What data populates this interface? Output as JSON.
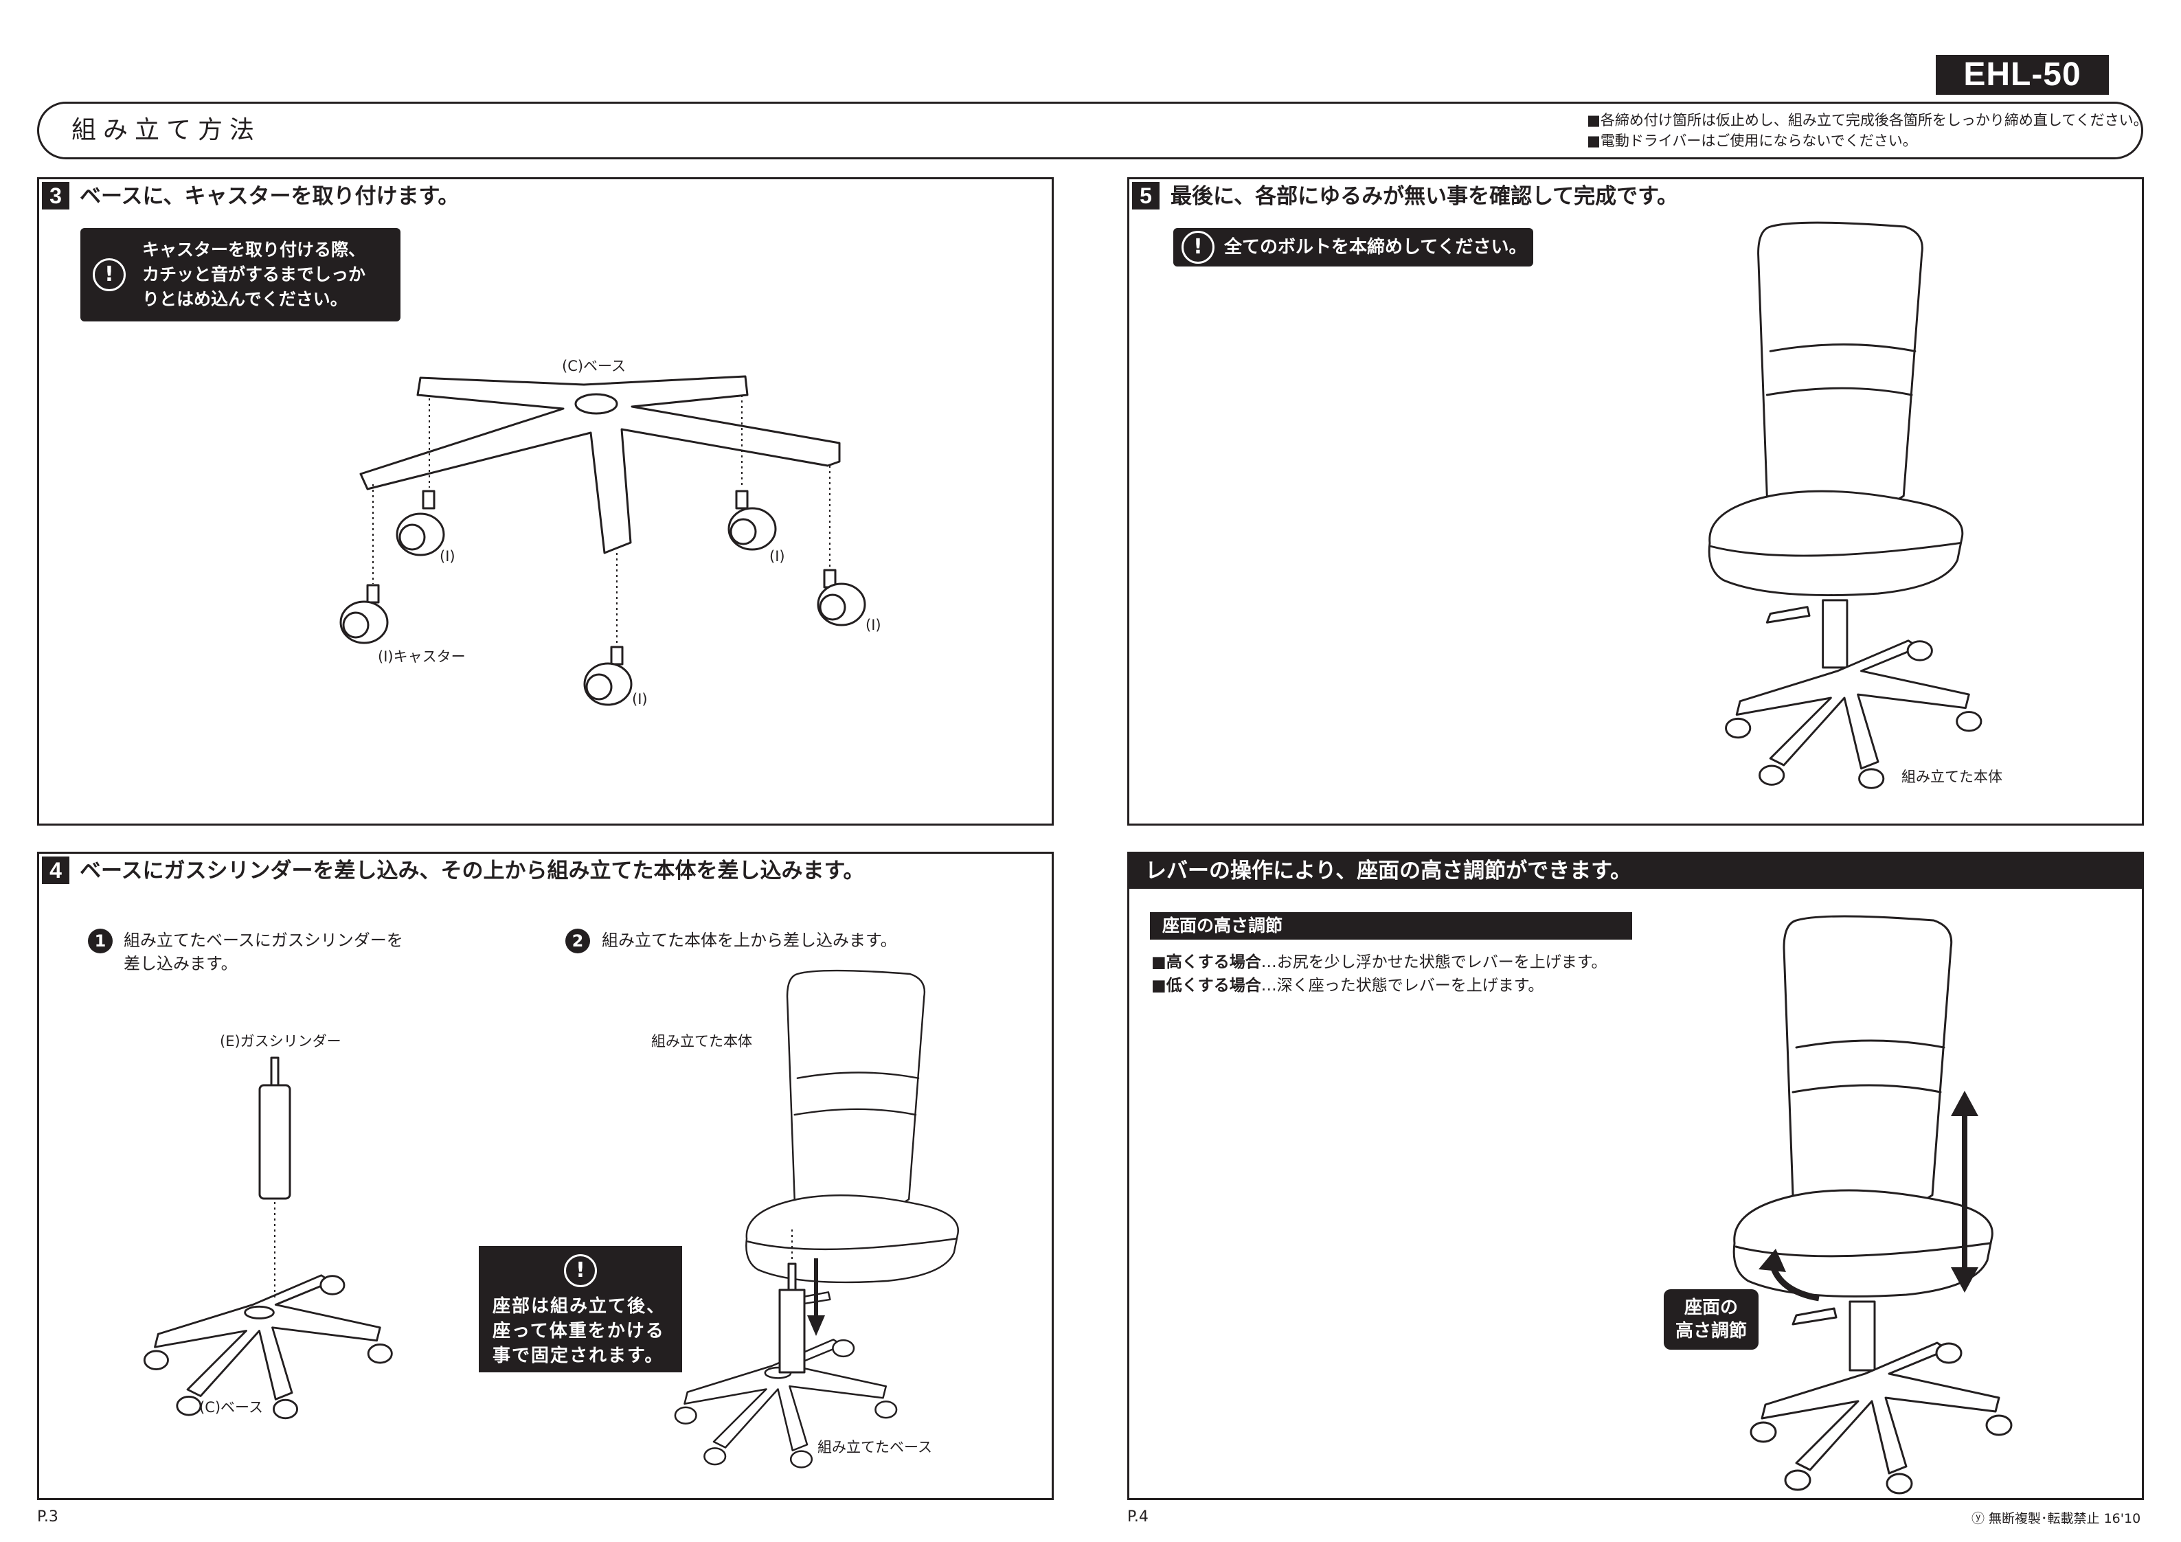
{
  "header": {
    "model": "EHL-50",
    "title": "組み立て方法",
    "notes": [
      "■各締め付け箇所は仮止めし、組み立て完成後各箇所をしっかり締め直してください。",
      "■電動ドライバーはご使用にならないでください。"
    ]
  },
  "step3": {
    "number": "3",
    "title": "ベースに、キャスターを取り付けます。",
    "warning": [
      "キャスターを取り付ける際、",
      "カチッと音がするまでしっか",
      "りとはめ込んでください。"
    ],
    "labels": {
      "base": "(C)ベース",
      "caster": "(I)キャスター",
      "caster_short": "(I)"
    }
  },
  "step4": {
    "number": "4",
    "title": "ベースにガスシリンダーを差し込み、その上から組み立てた本体を差し込みます。",
    "sub1": {
      "num": "1",
      "line1": "組み立てたベースにガスシリンダーを",
      "line2": "差し込みます。"
    },
    "sub2": {
      "num": "2",
      "text": "組み立てた本体を上から差し込みます。"
    },
    "labels": {
      "cylinder": "(E)ガスシリンダー",
      "base": "(C)ベース",
      "body": "組み立てた本体",
      "assembled_base": "組み立てたベース"
    },
    "warning": [
      "座部は組み立て後、",
      "座って体重をかける",
      "事で固定されます。"
    ]
  },
  "step5": {
    "number": "5",
    "title": "最後に、各部にゆるみが無い事を確認して完成です。",
    "warning": "全てのボルトを本締めしてください。",
    "label": "組み立てた本体"
  },
  "lever": {
    "title": "レバーの操作により、座面の高さ調節ができます。",
    "subhead": "座面の高さ調節",
    "line1_bold": "■高くする場合",
    "line1_text": "…お尻を少し浮かせた状態でレバーを上げます。",
    "line2_bold": "■低くする場合",
    "line2_text": "…深く座った状態でレバーを上げます。",
    "callout": [
      "座面の",
      "高さ調節"
    ]
  },
  "footer": {
    "page_left": "P.3",
    "page_right": "P.4",
    "copyright": "ⓨ 無断複製･転載禁止  16'10"
  },
  "icons": {
    "warning": "exclamation-circle-icon"
  }
}
